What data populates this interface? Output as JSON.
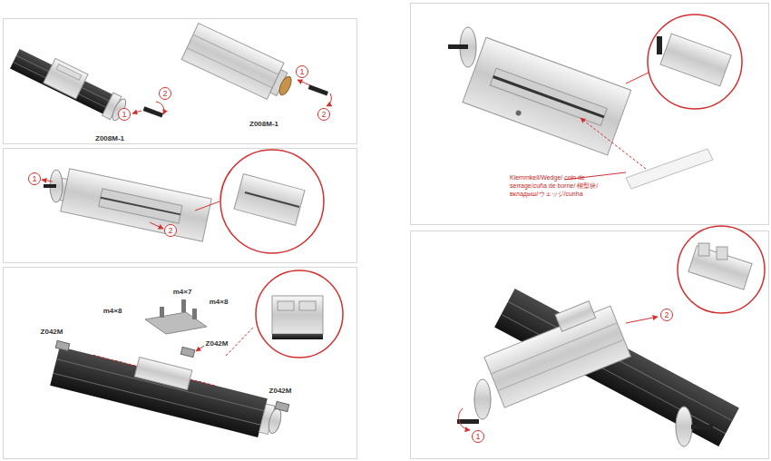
{
  "diagram": {
    "labels": [
      "1",
      "2",
      "Z008M-1",
      "1",
      "2",
      "Z008M-1",
      "1",
      "2",
      "m4×7",
      "m4×8",
      "m4×8",
      "Z042M",
      "Z042M",
      "Z042M",
      "Klemmkeil/Wedge/ coin de serrage/cuña de borne/ 楔型块/вкладыш/ウェッジ/cunha",
      "1",
      "2"
    ]
  }
}
